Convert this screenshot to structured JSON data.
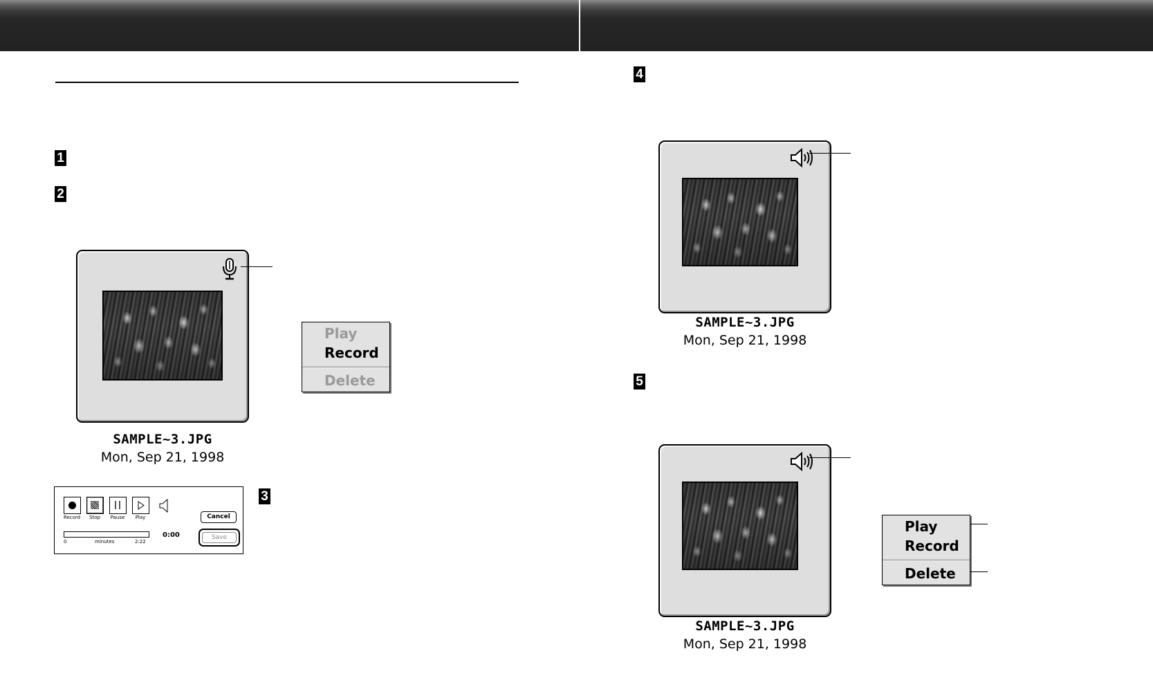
{
  "steps": [
    "1",
    "2",
    "3",
    "4",
    "5"
  ],
  "slides": [
    {
      "filename": "SAMPLE~3.JPG",
      "date": "Mon, Sep 21, 1998",
      "icon": "microphone-icon"
    },
    {
      "filename": "SAMPLE~3.JPG",
      "date": "Mon, Sep 21, 1998",
      "icon": "speaker-icon"
    },
    {
      "filename": "SAMPLE~3.JPG",
      "date": "Mon, Sep 21, 1998",
      "icon": "speaker-icon"
    }
  ],
  "menu_step2": {
    "play": "Play",
    "record": "Record",
    "delete": "Delete",
    "play_enabled": false,
    "record_enabled": true,
    "delete_enabled": false
  },
  "menu_step5": {
    "play": "Play",
    "record": "Record",
    "delete": "Delete",
    "play_enabled": true,
    "record_enabled": true,
    "delete_enabled": true
  },
  "recorder": {
    "record_label": "Record",
    "stop_label": "Stop",
    "pause_label": "Pause",
    "play_label": "Play",
    "progress_start": "0",
    "progress_unit": "minutes",
    "progress_end": "2:22",
    "time": "0:00",
    "cancel_label": "Cancel",
    "save_label": "Save",
    "progress": 0
  }
}
